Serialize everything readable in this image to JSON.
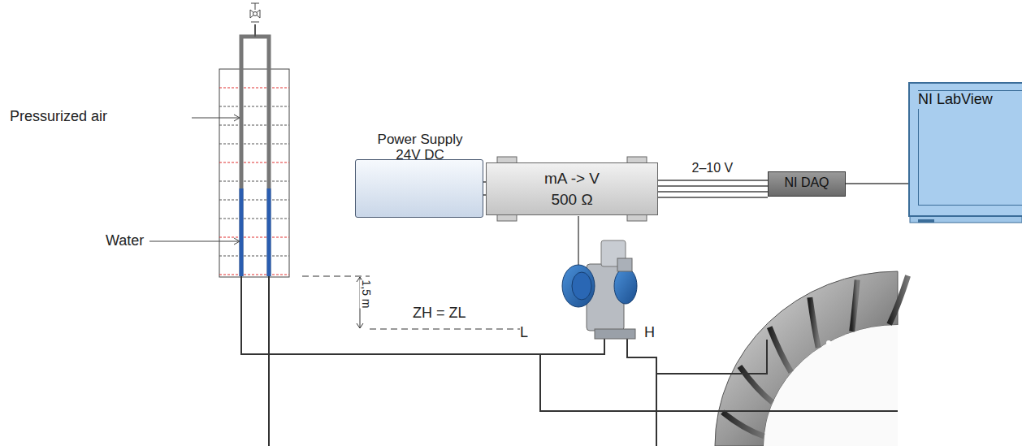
{
  "diagram": {
    "nodes": [
      {
        "text": [
          "Power Supply 24V DC"
        ]
      },
      {
        "text": [
          "mA -> V 500 Ω"
        ]
      },
      {
        "text": [
          "NI DAQ"
        ]
      },
      {
        "text": [
          "NI LabView"
        ]
      }
    ],
    "edges": [
      {
        "from": 0,
        "to": 1,
        "arrow": "none"
      },
      {
        "from": 1,
        "to": 2,
        "label": "2–10 V",
        "arrow": "none"
      },
      {
        "from": 2,
        "to": 3,
        "arrow": "none"
      }
    ],
    "labels": [
      "Pressurized air",
      "Water",
      "1,5 m",
      "ZH = ZL",
      "L",
      "H"
    ]
  }
}
